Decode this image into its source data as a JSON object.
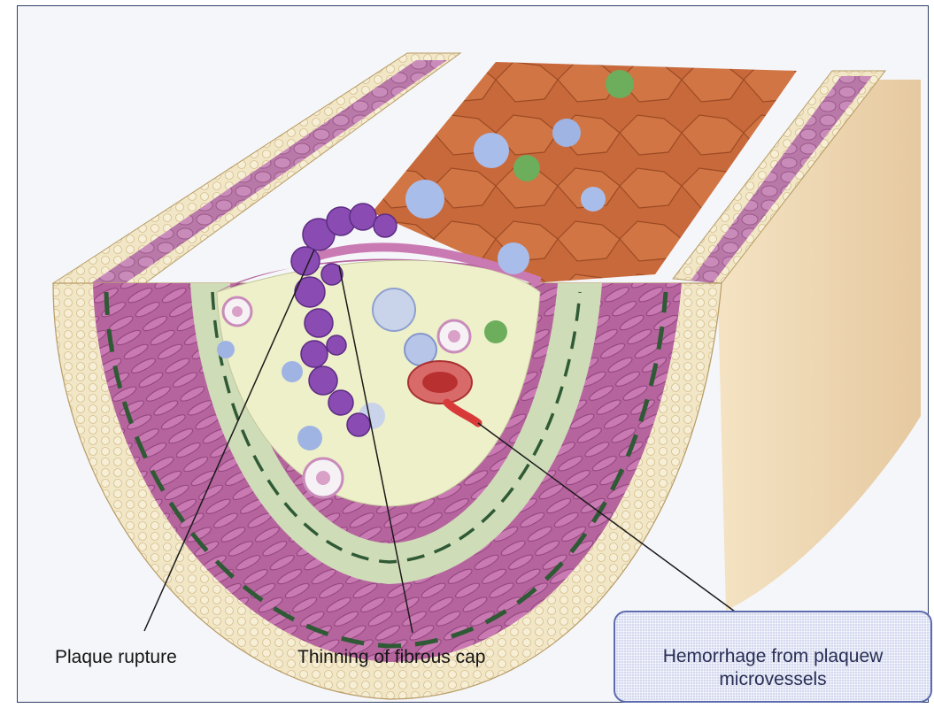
{
  "labels": {
    "plaque_rupture": "Plaque rupture",
    "fibrous_cap": "Thinning of fibrous cap",
    "hemorrhage_line1": "Hemorrhage from plaquew",
    "hemorrhage_line2": "microvessels"
  },
  "colors": {
    "frame_border": "#2e3e66",
    "muscle": "#b5649d",
    "adventitia": "#efe2bd",
    "intima": "#cfdcb8",
    "lumen": "#c8693b",
    "plaque_core": "#eef0c9",
    "rupture": "#8a4bb3",
    "hemorrhage": "#c83232",
    "callout_fill": "#d4d9f0",
    "callout_border": "#5c6cae"
  }
}
